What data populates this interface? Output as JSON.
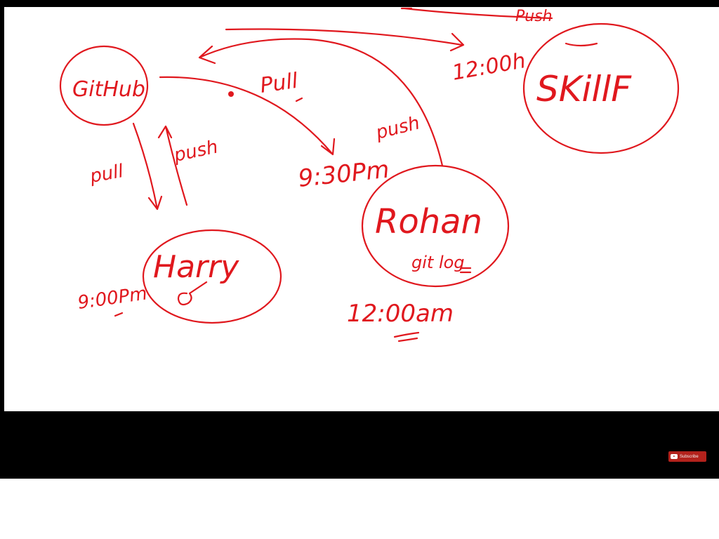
{
  "whiteboard": {
    "ink_color": "#e0181e",
    "nodes": {
      "github": "GitHub",
      "harry": "Harry",
      "rohan": "Rohan",
      "skillf": "SKillF"
    },
    "notes": {
      "rohan_cmd": "git log",
      "pull_left": "pull",
      "push_left": "push",
      "pull_top": "Pull",
      "push_right": "push",
      "push_top": "Push",
      "time_harry": "9:00Pm",
      "time_930": "9:30Pm",
      "time_rohan": "12:00am",
      "time_skillf": "12:00h"
    }
  },
  "player": {
    "subscribe_label": "Subscribe",
    "subscribe_color": "#b3221c"
  }
}
